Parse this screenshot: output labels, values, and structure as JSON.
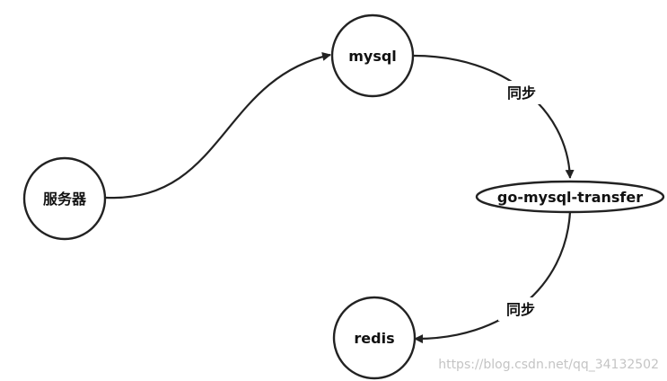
{
  "nodes": {
    "server": {
      "label": "服务器"
    },
    "mysql": {
      "label": "mysql"
    },
    "transfer": {
      "label": "go-mysql-transfer"
    },
    "redis": {
      "label": "redis"
    }
  },
  "edges": {
    "server_to_mysql": {
      "label": ""
    },
    "mysql_to_transfer": {
      "label": "同步"
    },
    "transfer_to_redis": {
      "label": "同步"
    }
  },
  "watermark": {
    "text": "https://blog.csdn.net/qq_34132502"
  }
}
